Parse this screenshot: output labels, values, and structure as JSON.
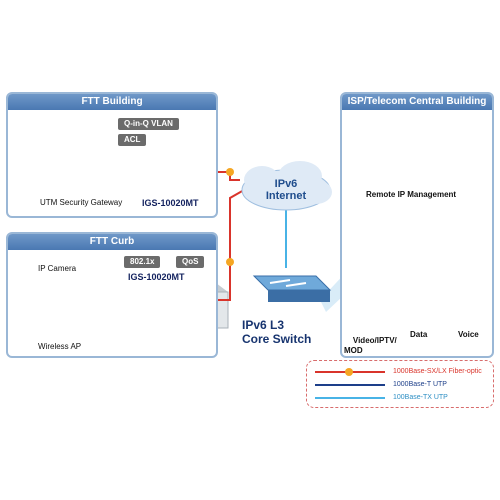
{
  "colors": {
    "fiber": "#d9342b",
    "utp1000": "#1d3f8a",
    "utp100": "#48b3e6",
    "panel_header": "#5b86bd",
    "cloud": "#dfeaf6"
  },
  "panels": {
    "ftt_building": {
      "title": "FTT Building"
    },
    "ftt_curb": {
      "title": "FTT Curb"
    },
    "isp": {
      "title": "ISP/Telecom Central Building"
    }
  },
  "building": {
    "tags": [
      "Q-in-Q VLAN",
      "ACL"
    ],
    "utm_label": "UTM Security Gateway",
    "switch_model": "IGS-10020MT"
  },
  "curb": {
    "tags": [
      "802.1x",
      "QoS"
    ],
    "switch_model": "IGS-10020MT",
    "camera_label": "IP Camera",
    "ap_label": "Wireless AP"
  },
  "internet": {
    "line1": "IPv6",
    "line2": "Internet"
  },
  "core": {
    "line1": "IPv6 L3",
    "line2": "Core Switch"
  },
  "isp": {
    "mgmt_label": "Remote IP Management",
    "servers": [
      {
        "label": "Video/IPTV/\nMOD"
      },
      {
        "label": "Data"
      },
      {
        "label": "Voice"
      }
    ]
  },
  "legend": [
    {
      "text": "1000Base-SX/LX Fiber-optic",
      "type": "fiber"
    },
    {
      "text": "1000Base-T UTP",
      "type": "utp1000"
    },
    {
      "text": "100Base-TX UTP",
      "type": "utp100"
    }
  ]
}
